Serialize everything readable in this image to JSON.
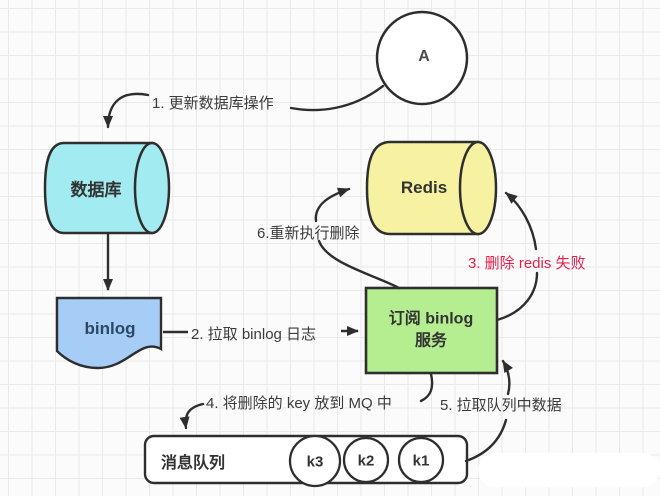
{
  "nodes": {
    "client": {
      "label": "A"
    },
    "database": {
      "label": "数据库",
      "fill": "#a2ebf1"
    },
    "redis": {
      "label": "Redis",
      "fill": "#f6f2a1"
    },
    "binlog": {
      "label": "binlog",
      "fill": "#a6cdf5"
    },
    "binlog_service": {
      "label_line1": "订阅 binlog",
      "label_line2": "服务",
      "fill": "#b5ee90"
    },
    "message_queue": {
      "label": "消息队列",
      "fill": "#ffffff",
      "items": [
        "k3",
        "k2",
        "k1"
      ]
    }
  },
  "edges": {
    "step1_update_db": {
      "label": "1. 更新数据库操作"
    },
    "step2_pull_binlog": {
      "label": "2. 拉取 binlog 日志"
    },
    "step3_delete_fail": {
      "label": "3. 删除 redis 失败",
      "color": "#e61f4b"
    },
    "step4_put_mq": {
      "label": "4. 将删除的 key 放到 MQ 中"
    },
    "step5_pull_queue": {
      "label": "5. 拉取队列中数据"
    },
    "step6_retry_delete": {
      "label": "6.重新执行删除"
    }
  },
  "colors": {
    "stroke": "#2e2e2e",
    "fail_text": "#e61f4b"
  }
}
